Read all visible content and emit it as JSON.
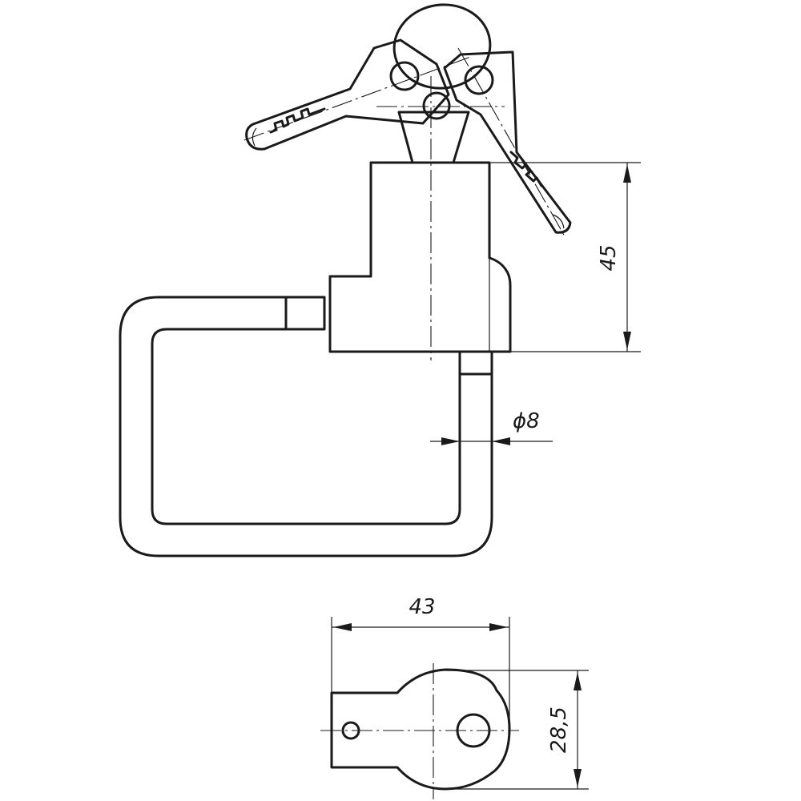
{
  "dimensions": {
    "height": "45",
    "diameter": "ϕ8",
    "width": "43",
    "depth": "28,5"
  }
}
